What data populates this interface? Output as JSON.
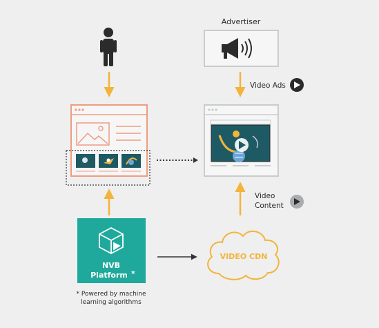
{
  "colors": {
    "background": "#efefef",
    "arrow_orange": "#f2b43a",
    "salmon_outline": "#ef9c82",
    "gray_outline": "#c7cccc",
    "platform_teal": "#1fa99c",
    "video_dark": "#1e5a64",
    "text_dark": "#2b2b2b"
  },
  "advertiser": {
    "label": "Advertiser"
  },
  "video_ads": {
    "label": "Video Ads"
  },
  "video_content": {
    "line1": "Video",
    "line2": "Content"
  },
  "nvb": {
    "line1": "NVB",
    "line2": "Platform",
    "asterisk": "*"
  },
  "video_cdn": {
    "label": "VIDEO CDN"
  },
  "footnote": {
    "line1": "* Powered by machine",
    "line2": "learning algorithms"
  }
}
